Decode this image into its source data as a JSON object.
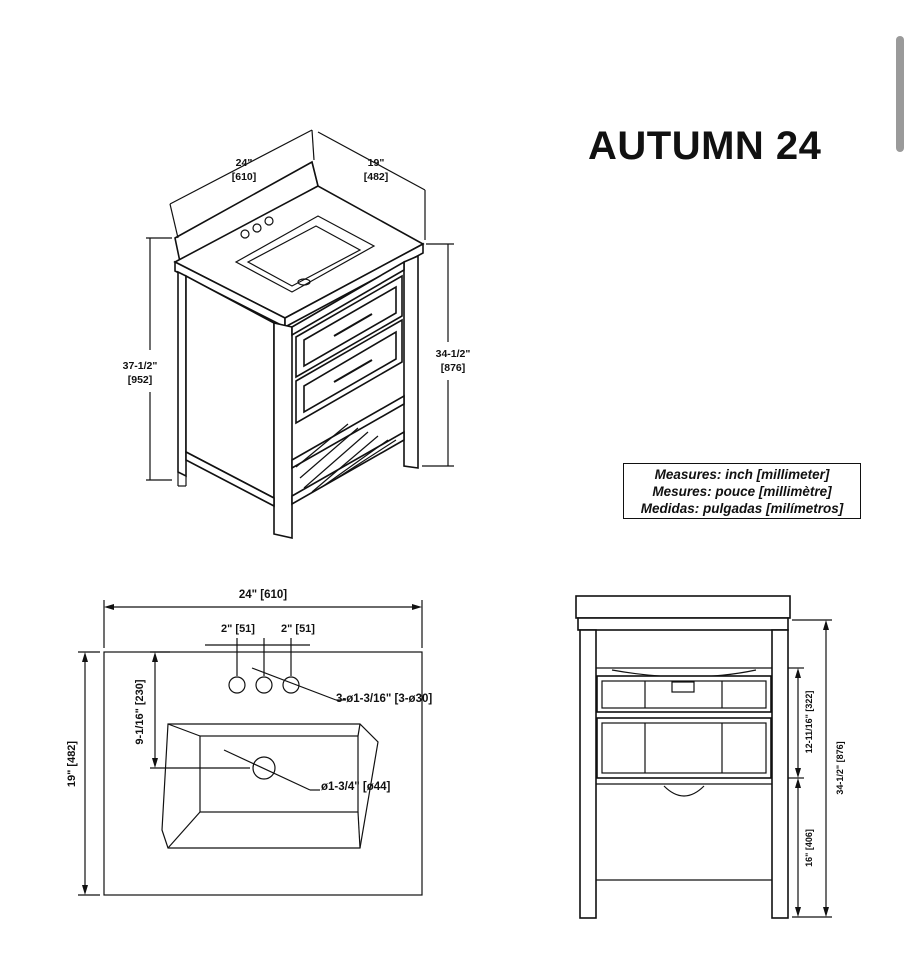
{
  "title": "AUTUMN 24",
  "legend": {
    "line1": "Measures: inch [millimeter]",
    "line2": "Mesures: pouce [millimètre]",
    "line3": "Medidas: pulgadas [milímetros]"
  },
  "isometric": {
    "width_in": "24\"",
    "width_mm": "[610]",
    "depth_in": "19\"",
    "depth_mm": "[482]",
    "total_height_in": "37-1/2\"",
    "total_height_mm": "[952]",
    "counter_height_in": "34-1/2\"",
    "counter_height_mm": "[876]"
  },
  "top_view": {
    "width": "24\" [610]",
    "spacing_left": "2\" [51]",
    "spacing_right": "2\" [51]",
    "depth": "19\" [482]",
    "drain_offset": "9-1/16\" [230]",
    "faucet_holes": "3-ø1-3/16\" [3-ø30]",
    "drain": "ø1-3/4\" [ø44]"
  },
  "side_view": {
    "height": "34-1/2\" [876]",
    "drawer_height": "12-11/16\" [322]",
    "shelf_height": "16\" [406]"
  }
}
